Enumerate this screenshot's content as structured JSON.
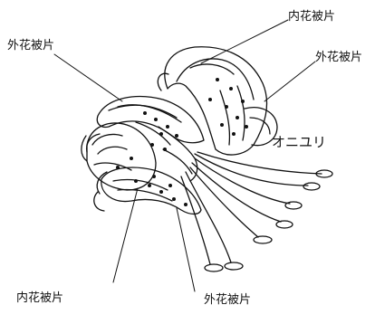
{
  "labels": {
    "inner_top": "内花被片",
    "outer_top_left": "外花被片",
    "outer_right": "外花被片",
    "species": "オニユリ",
    "inner_bottom": "内花被片",
    "outer_bottom": "外花被片"
  },
  "colors": {
    "ink": "#111111",
    "paper": "#ffffff"
  }
}
